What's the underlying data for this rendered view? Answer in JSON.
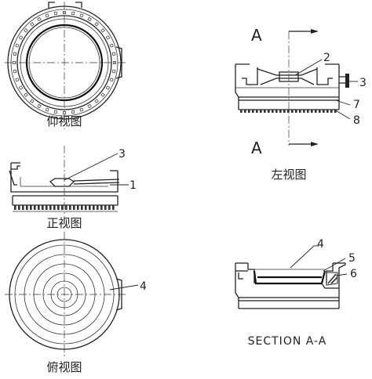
{
  "views": {
    "bottom_view": "仰视图",
    "front_view": "正视图",
    "top_view": "俯视图",
    "left_view": "左视图",
    "section": "SECTION A-A"
  },
  "section_mark": "A",
  "callouts": {
    "c1": "1",
    "c2": "2",
    "c3_front": "3",
    "c3_left": "3",
    "c4_top": "4",
    "c4_section": "4",
    "c5": "5",
    "c6": "6",
    "c7": "7",
    "c8": "8"
  }
}
